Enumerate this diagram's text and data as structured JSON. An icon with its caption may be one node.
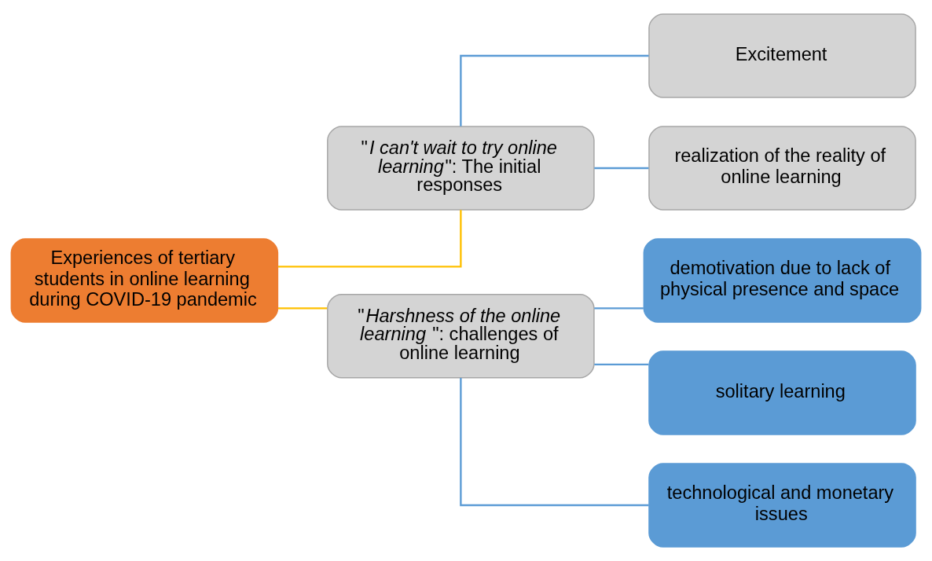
{
  "diagram": {
    "nodes": [
      {
        "text": [
          "Experiences of tertiary students in online learning during COVID-19 pandemic"
        ]
      },
      {
        "text": [
          "\"*I can't wait to try online learning*\": The initial responses"
        ]
      },
      {
        "text": [
          "\"*Harshness of the online learning* \": challenges of online learning"
        ]
      },
      {
        "text": [
          "Excitement"
        ]
      },
      {
        "text": [
          "realization of the reality of online learning"
        ]
      },
      {
        "text": [
          "demotivation due to lack of physical presence and space"
        ]
      },
      {
        "text": [
          "solitary learning"
        ]
      },
      {
        "text": [
          "technological and monetary issues"
        ]
      }
    ],
    "edges": [
      {
        "from": 0,
        "to": 1,
        "arrow": "none",
        "color": "#ffc000"
      },
      {
        "from": 0,
        "to": 2,
        "arrow": "none",
        "color": "#ffc000"
      },
      {
        "from": 1,
        "to": 3,
        "arrow": "none"
      },
      {
        "from": 1,
        "to": 4,
        "arrow": "none"
      },
      {
        "from": 2,
        "to": 5,
        "arrow": "none"
      },
      {
        "from": 2,
        "to": 6,
        "arrow": "none"
      },
      {
        "from": 2,
        "to": 7,
        "arrow": "none"
      }
    ]
  }
}
